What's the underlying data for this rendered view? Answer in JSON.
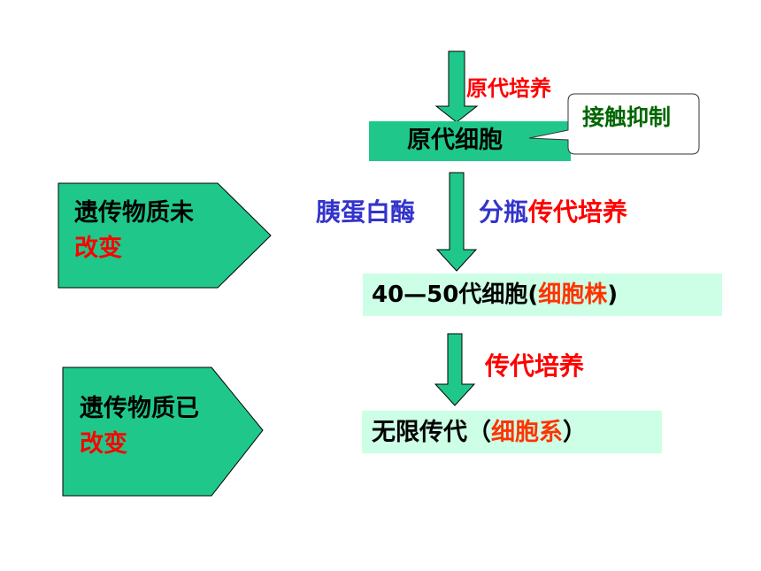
{
  "colors": {
    "arrow_fill": "#1fc88a",
    "top_box_fill": "#1fc88a",
    "pale_box_fill": "#ccffe5",
    "pentagon_fill": "#1fc88a",
    "red": "#ff0000",
    "orange": "#ff3300",
    "blue": "#3333cc",
    "green": "#006600"
  },
  "top": {
    "arrow_label": "原代培养",
    "primary_cell_box": "原代细胞",
    "callout": "接触抑制"
  },
  "middle": {
    "left_label": "胰蛋白酶",
    "right_label_a": "分瓶",
    "right_label_b": "传代培养",
    "cell_line_prefix": "40—50代细胞(",
    "cell_line_highlight": "细胞株",
    "cell_line_suffix": ")"
  },
  "bottom": {
    "arrow_label": "传代培养",
    "infinite_prefix": "无限传代（",
    "infinite_highlight": "细胞系",
    "infinite_suffix": "）"
  },
  "left_panels": [
    {
      "line1": "遗传物质未",
      "line2": "改变"
    },
    {
      "line1": "遗传物质已",
      "line2": "改变"
    }
  ]
}
